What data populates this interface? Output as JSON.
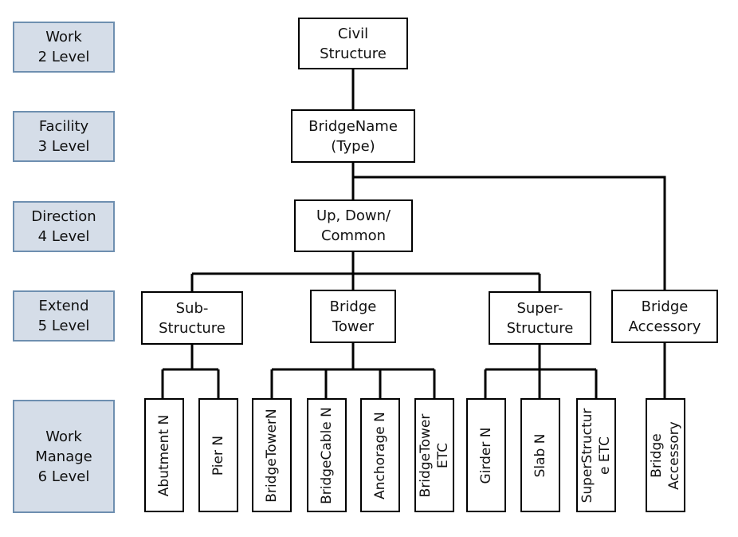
{
  "levels": [
    {
      "line1": "Work",
      "line2": "2 Level"
    },
    {
      "line1": "Facility",
      "line2": "3 Level"
    },
    {
      "line1": "Direction",
      "line2": "4 Level"
    },
    {
      "line1": "Extend",
      "line2": "5 Level"
    },
    {
      "line1": "Work",
      "line2": "Manage",
      "line3": "6 Level"
    }
  ],
  "nodes": {
    "civil": {
      "line1": "Civil",
      "line2": "Structure"
    },
    "bridge_name": {
      "line1": "BridgeName",
      "line2": "(Type)"
    },
    "direction": {
      "line1": "Up, Down/",
      "line2": "Common"
    },
    "sub": {
      "line1": "Sub-",
      "line2": "Structure"
    },
    "tower": {
      "line1": "Bridge",
      "line2": "Tower"
    },
    "super": {
      "line1": "Super-",
      "line2": "Structure"
    },
    "accessory": {
      "line1": "Bridge",
      "line2": "Accessory"
    }
  },
  "leaves": [
    {
      "line1": "Abutment N"
    },
    {
      "line1": "Pier N"
    },
    {
      "line1": "BridgeTowerN"
    },
    {
      "line1": "BridgeCable N"
    },
    {
      "line1": "Anchorage N"
    },
    {
      "line1": "BridgeTower",
      "line2": "ETC"
    },
    {
      "line1": "Girder N"
    },
    {
      "line1": "Slab N"
    },
    {
      "line1": "SuperStructur",
      "line2": "e ETC"
    },
    {
      "line1": "Bridge",
      "line2": "Accessory"
    }
  ]
}
